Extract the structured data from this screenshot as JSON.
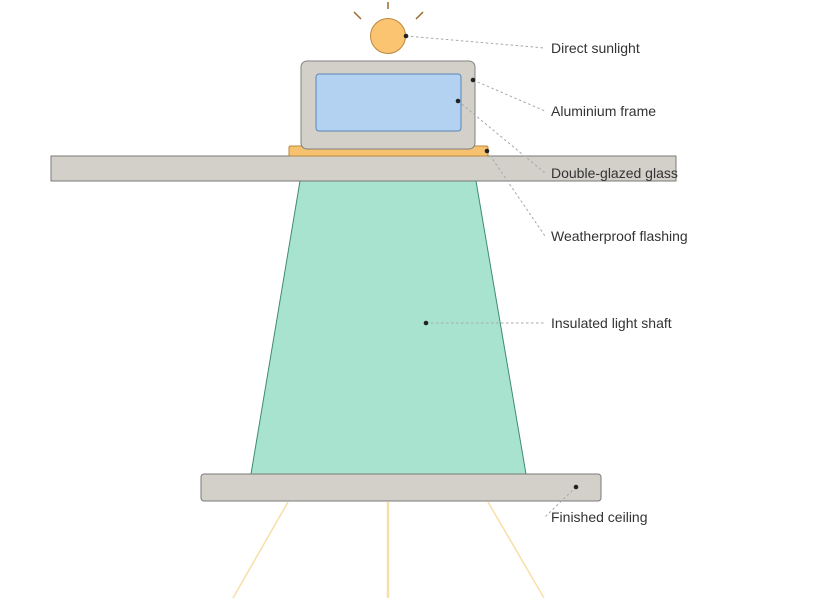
{
  "colors": {
    "sun": "#fbc471",
    "sun_stroke": "#b9883e",
    "sun_rays": "#9a6a2a",
    "frame": "#d3d0c9",
    "frame_stroke": "#808080",
    "glass": "#b3d2f2",
    "glass_stroke": "#5b86b5",
    "flashing": "#f6c26f",
    "flashing_stroke": "#b98a3c",
    "roof": "#d3d0c9",
    "shaft": "#a8e3d0",
    "shaft_stroke": "#3f8c6e",
    "ceiling": "#d3d0c9",
    "light_beams": "#f7dfa8"
  },
  "labels": {
    "direct_sunlight": "Direct sunlight",
    "aluminium_frame": "Aluminium frame",
    "double_glazed_glass": "Double-glazed glass",
    "weatherproof_flashing": "Weatherproof flashing",
    "insulated_light_shaft": "Insulated light shaft",
    "finished_ceiling": "Finished ceiling"
  }
}
